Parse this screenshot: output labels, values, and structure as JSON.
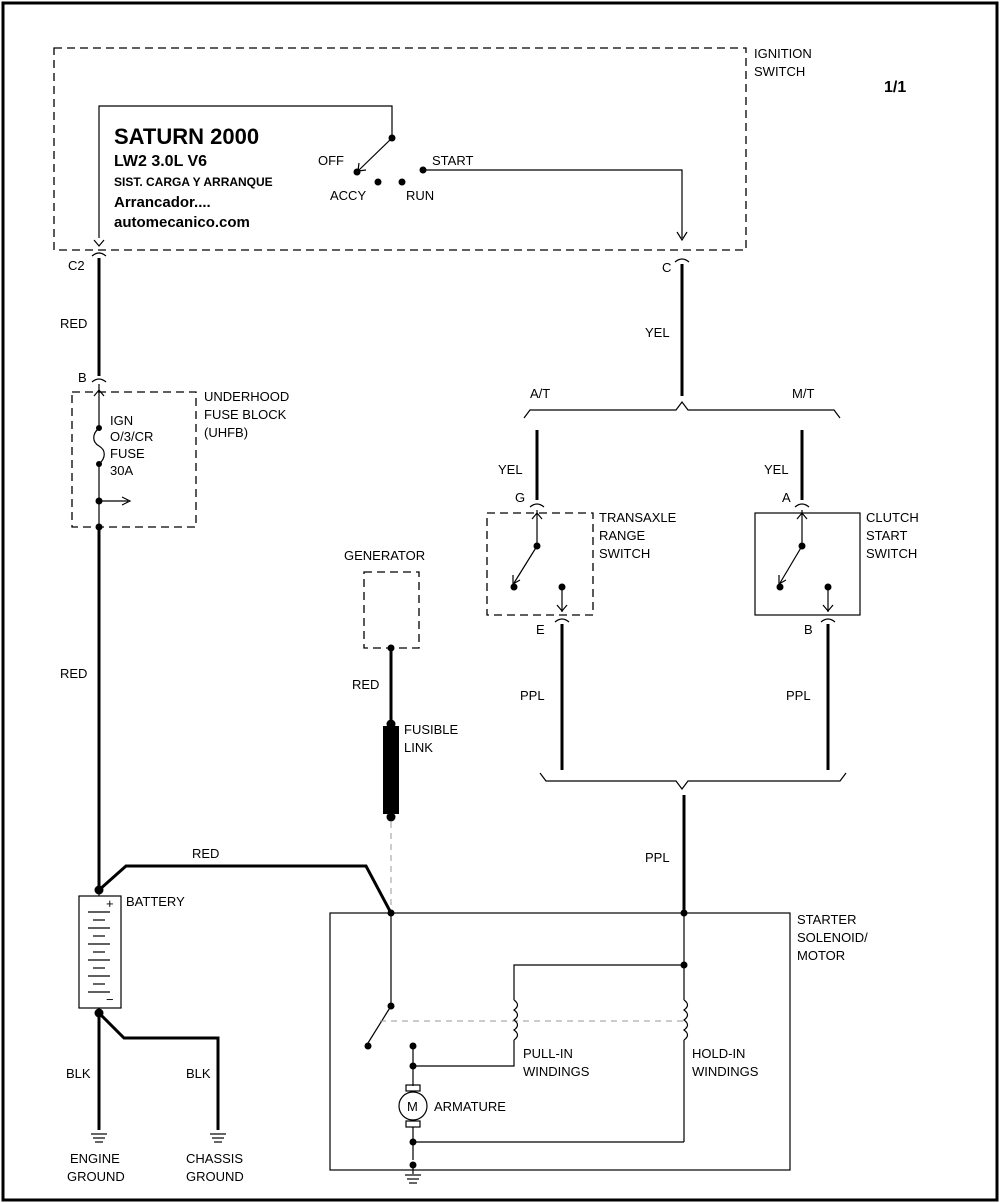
{
  "page_number": "1/1",
  "title": {
    "make_year": "SATURN 2000",
    "model": "LW2  3.0L  V6",
    "system": "SIST. CARGA Y ARRANQUE",
    "circuit": "Arrancador....",
    "website": "automecanico.com"
  },
  "ignition_switch": {
    "label_line1": "IGNITION",
    "label_line2": "SWITCH",
    "positions": {
      "off": "OFF",
      "accy": "ACCY",
      "run": "RUN",
      "start": "START"
    }
  },
  "connectors": {
    "c2": "C2",
    "c": "C",
    "b": "B",
    "g": "G",
    "e": "E",
    "a": "A",
    "b2": "B"
  },
  "wire_colors": {
    "red_top": "RED",
    "red_mid": "RED",
    "red_generator": "RED",
    "red_battery": "RED",
    "yel_main": "YEL",
    "yel_at": "YEL",
    "yel_mt": "YEL",
    "ppl_at": "PPL",
    "ppl_mt": "PPL",
    "ppl_main": "PPL",
    "blk_engine": "BLK",
    "blk_chassis": "BLK"
  },
  "branches": {
    "at": "A/T",
    "mt": "M/T"
  },
  "fuse_block": {
    "label_line1": "UNDERHOOD",
    "label_line2": "FUSE BLOCK",
    "label_line3": "(UHFB)",
    "fuse_line1": "IGN",
    "fuse_line2": "O/3/CR",
    "fuse_line3": "FUSE",
    "fuse_line4": "30A"
  },
  "generator": {
    "label": "GENERATOR"
  },
  "fusible_link": {
    "label_line1": "FUSIBLE",
    "label_line2": "LINK"
  },
  "transaxle_switch": {
    "label_line1": "TRANSAXLE",
    "label_line2": "RANGE",
    "label_line3": "SWITCH"
  },
  "clutch_switch": {
    "label_line1": "CLUTCH",
    "label_line2": "START",
    "label_line3": "SWITCH"
  },
  "battery": {
    "label": "BATTERY",
    "plus": "+",
    "minus": "−"
  },
  "starter": {
    "label_line1": "STARTER",
    "label_line2": "SOLENOID/",
    "label_line3": "MOTOR",
    "pull_in_line1": "PULL-IN",
    "pull_in_line2": "WINDINGS",
    "hold_in_line1": "HOLD-IN",
    "hold_in_line2": "WINDINGS",
    "armature": "ARMATURE",
    "motor_symbol": "M"
  },
  "grounds": {
    "engine_line1": "ENGINE",
    "engine_line2": "GROUND",
    "chassis_line1": "CHASSIS",
    "chassis_line2": "GROUND"
  }
}
